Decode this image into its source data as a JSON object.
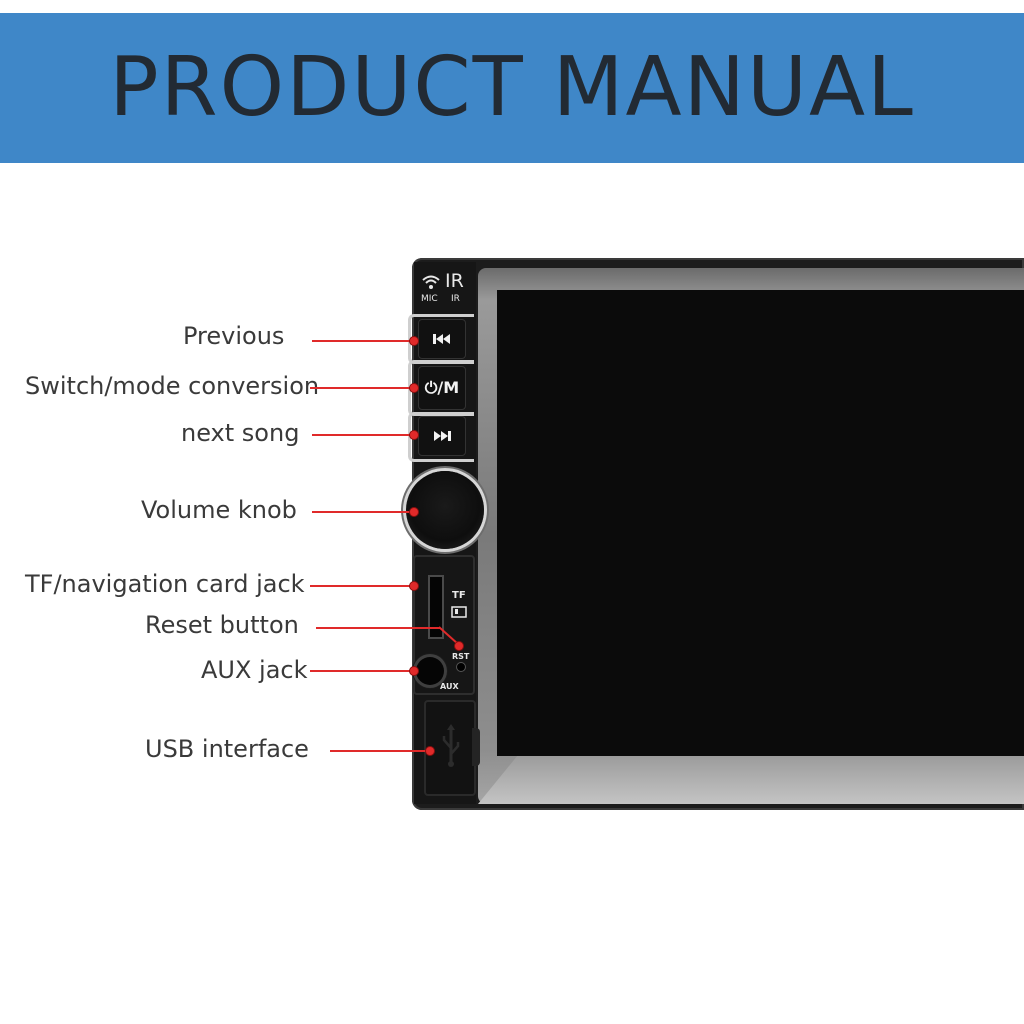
{
  "banner": {
    "title": "PRODUCT MANUAL",
    "color": "#3f87c8"
  },
  "device": {
    "indicators": {
      "mic": "MIC",
      "ir": "IR",
      "ir_icon": "IR"
    },
    "buttons": {
      "previous_icon": "previous-track-icon",
      "mode": "⏻/M",
      "next_icon": "next-track-icon"
    },
    "tf": "TF",
    "rst": "RST",
    "aux": "AUX"
  },
  "callouts": [
    {
      "label": "Previous"
    },
    {
      "label": "Switch/mode conversion"
    },
    {
      "label": "next song"
    },
    {
      "label": "Volume knob"
    },
    {
      "label": "TF/navigation card jack"
    },
    {
      "label": "Reset button"
    },
    {
      "label": "AUX jack"
    },
    {
      "label": "USB interface"
    }
  ],
  "colors": {
    "leader": "#e02a2a",
    "label_text": "#3a3a3a"
  }
}
